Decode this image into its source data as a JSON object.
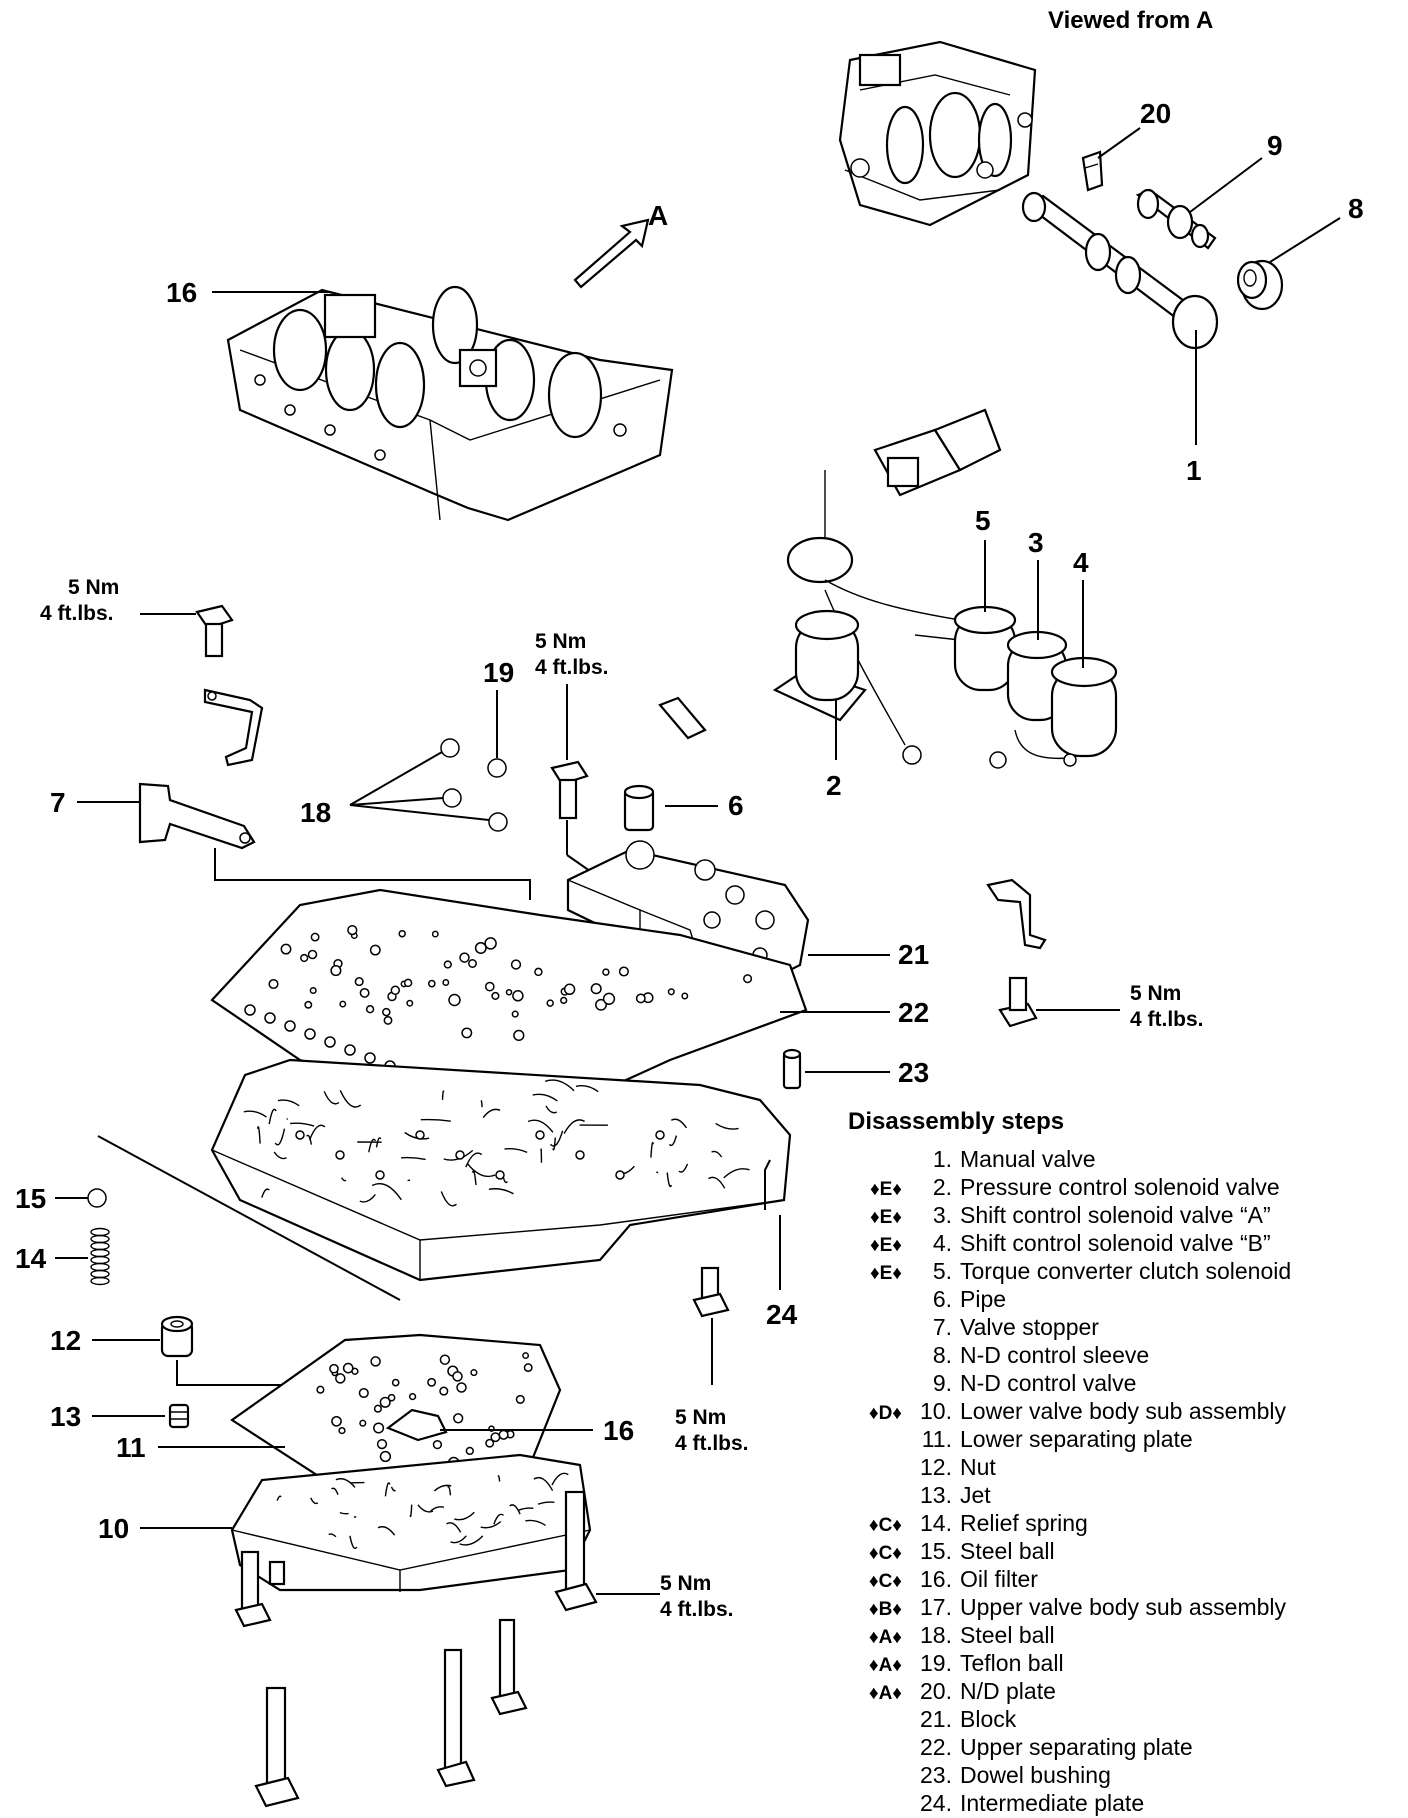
{
  "view_title": "Viewed from A",
  "arrow_label": "A",
  "torque": {
    "value": "5 Nm",
    "imperial": "4 ft.lbs."
  },
  "callouts": {
    "c1": "1",
    "c2": "2",
    "c3": "3",
    "c4": "4",
    "c5": "5",
    "c6": "6",
    "c7": "7",
    "c8": "8",
    "c9": "9",
    "c10": "10",
    "c11": "11",
    "c12": "12",
    "c13": "13",
    "c14": "14",
    "c15": "15",
    "c16a": "16",
    "c16b": "16",
    "c18": "18",
    "c19": "19",
    "c20": "20",
    "c21": "21",
    "c22": "22",
    "c23": "23",
    "c24": "24"
  },
  "steps_title": "Disassembly steps",
  "steps": [
    {
      "mark": "",
      "number": "1.",
      "name": "Manual valve"
    },
    {
      "mark": "♦E♦",
      "number": "2.",
      "name": "Pressure control solenoid valve"
    },
    {
      "mark": "♦E♦",
      "number": "3.",
      "name": "Shift control solenoid valve “A”"
    },
    {
      "mark": "♦E♦",
      "number": "4.",
      "name": "Shift control solenoid valve “B”"
    },
    {
      "mark": "♦E♦",
      "number": "5.",
      "name": "Torque converter clutch solenoid"
    },
    {
      "mark": "",
      "number": "6.",
      "name": "Pipe"
    },
    {
      "mark": "",
      "number": "7.",
      "name": "Valve stopper"
    },
    {
      "mark": "",
      "number": "8.",
      "name": "N-D control sleeve"
    },
    {
      "mark": "",
      "number": "9.",
      "name": "N-D control valve"
    },
    {
      "mark": "♦D♦",
      "number": "10.",
      "name": "Lower valve body sub assembly"
    },
    {
      "mark": "",
      "number": "11.",
      "name": "Lower separating plate"
    },
    {
      "mark": "",
      "number": "12.",
      "name": "Nut"
    },
    {
      "mark": "",
      "number": "13.",
      "name": "Jet"
    },
    {
      "mark": "♦C♦",
      "number": "14.",
      "name": "Relief spring"
    },
    {
      "mark": "♦C♦",
      "number": "15.",
      "name": "Steel ball"
    },
    {
      "mark": "♦C♦",
      "number": "16.",
      "name": "Oil filter"
    },
    {
      "mark": "♦B♦",
      "number": "17.",
      "name": "Upper valve body sub assembly"
    },
    {
      "mark": "♦A♦",
      "number": "18.",
      "name": "Steel ball"
    },
    {
      "mark": "♦A♦",
      "number": "19.",
      "name": "Teflon ball"
    },
    {
      "mark": "♦A♦",
      "number": "20.",
      "name": "N/D plate"
    },
    {
      "mark": "",
      "number": "21.",
      "name": "Block"
    },
    {
      "mark": "",
      "number": "22.",
      "name": "Upper separating plate"
    },
    {
      "mark": "",
      "number": "23.",
      "name": "Dowel bushing"
    },
    {
      "mark": "",
      "number": "24.",
      "name": "Intermediate plate"
    }
  ]
}
